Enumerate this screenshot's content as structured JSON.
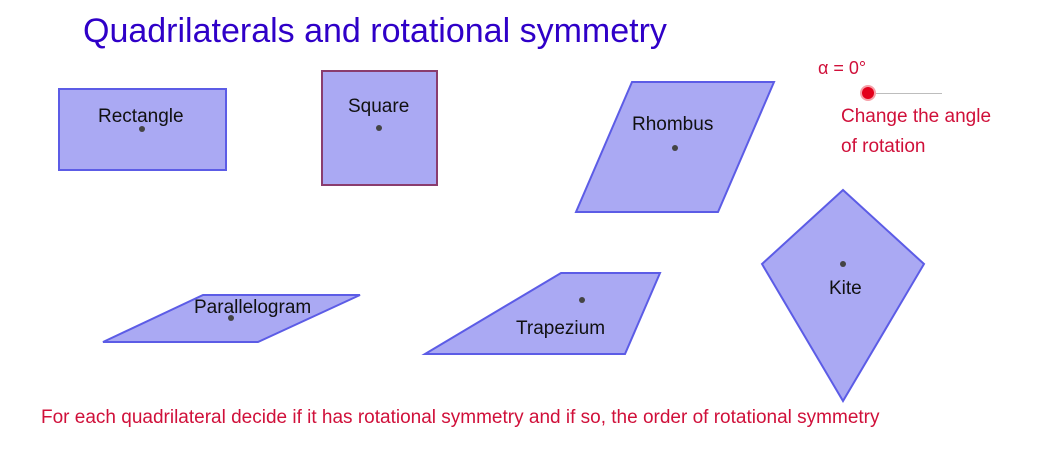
{
  "title": "Quadrilaterals and rotational symmetry",
  "slider": {
    "label": "α = 0°",
    "value_degrees": 0,
    "note_line1": "Change the angle",
    "note_line2": "of rotation",
    "accent_color": "#e3001b"
  },
  "shapes": {
    "rectangle": "Rectangle",
    "square": "Square",
    "rhombus": "Rhombus",
    "parallelogram": "Parallelogram",
    "trapezium": "Trapezium",
    "kite": "Kite"
  },
  "instruction": "For each quadrilateral decide if it has rotational symmetry and if so, the order of rotational symmetry",
  "colors": {
    "title": "#2f00c8",
    "shape_fill": "#aaa9f3",
    "shape_stroke": "#5c5ce6",
    "square_stroke": "#8a3c6e",
    "text_red": "#d0103a"
  }
}
